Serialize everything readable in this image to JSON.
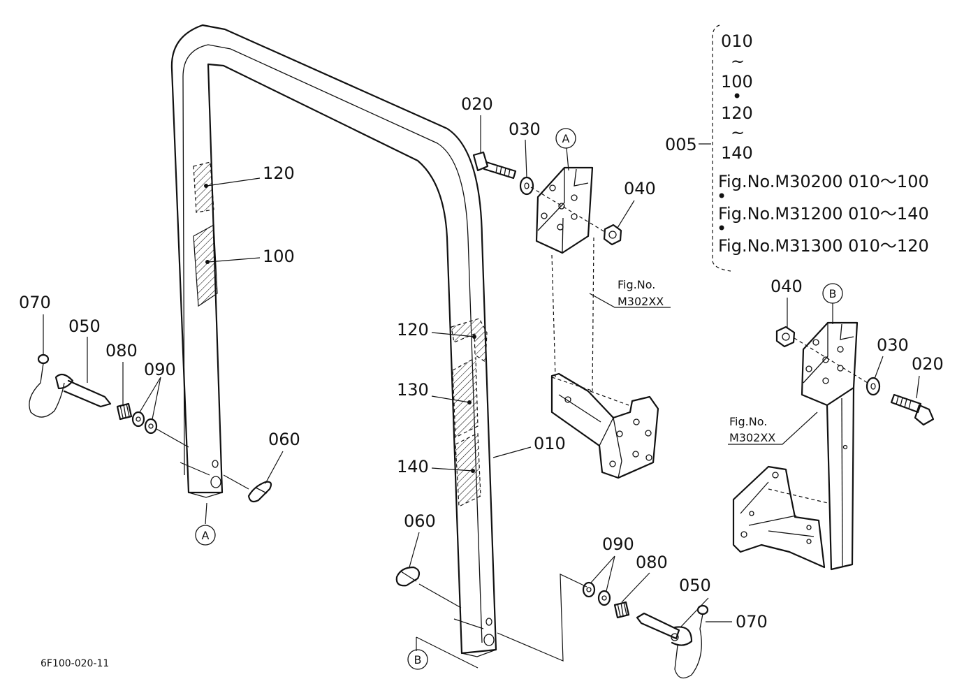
{
  "figure_code": "6F100-020-11",
  "callouts": {
    "roll_bar": "010",
    "bolt_top": "020",
    "washer_top": "030",
    "nut_top": "040",
    "nut_right": "040",
    "washer_right": "030",
    "bolt_right": "020",
    "pin_left": "050",
    "pin_right": "050",
    "clip_left": "060",
    "clip_right": "060",
    "lanyard_left": "070",
    "lanyard_right": "070",
    "spring_left": "080",
    "spring_right": "080",
    "washers_left": "090",
    "washers_right": "090",
    "label_upper_left": "120",
    "label_lower_left": "100",
    "label_upper_right": "120",
    "label_mid_right": "130",
    "label_lower_right": "140"
  },
  "markers": {
    "a_bottom": "A",
    "a_bracket": "A",
    "b_bottom": "B",
    "b_bracket": "B"
  },
  "fig_refs": {
    "upper_line1": "Fig.No.",
    "upper_line2": "M302XX",
    "lower_line1": "Fig.No.",
    "lower_line2": "M302XX"
  },
  "legend": {
    "assembly_number": "005",
    "range_items": [
      "010",
      "~",
      "100",
      "•",
      "120",
      "~",
      "140"
    ],
    "fig_lines": [
      "Fig.No.M30200  010～100",
      "•",
      "Fig.No.M31200  010～140",
      "•",
      "Fig.No.M31300  010～120"
    ]
  }
}
